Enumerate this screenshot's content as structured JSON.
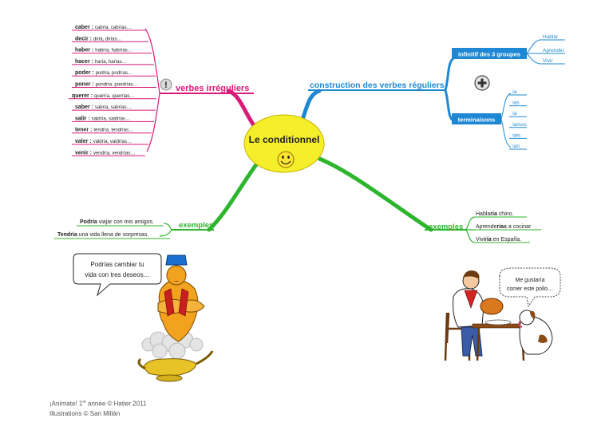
{
  "center": {
    "title": "Le conditionnel"
  },
  "colors": {
    "irregular": "#d81b78",
    "regular": "#1e88d4",
    "examples": "#2db52d",
    "center_fill": "#f5ee2a"
  },
  "left_top": {
    "branch_label": "verbes irréguliers",
    "items": [
      {
        "verb": "caber",
        "sep": " : ",
        "forms": "cabría, cabrías…"
      },
      {
        "verb": "decir",
        "sep": " : ",
        "forms": "diría, dirías…"
      },
      {
        "verb": "haber",
        "sep": " : ",
        "forms": "habría, habrías…"
      },
      {
        "verb": "hacer",
        "sep": " : ",
        "forms": "haría, harías…"
      },
      {
        "verb": "poder",
        "sep": " : ",
        "forms": "podría, podrías…"
      },
      {
        "verb": "poner",
        "sep": " : ",
        "forms": "pondría, pondrías…"
      },
      {
        "verb": "querer",
        "sep": " : ",
        "forms": "querría, querrías…"
      },
      {
        "verb": "saber",
        "sep": " : ",
        "forms": "sabría, sabrías…"
      },
      {
        "verb": "salir",
        "sep": " : ",
        "forms": "saldría, saldrías…"
      },
      {
        "verb": "tener",
        "sep": " : ",
        "forms": "tendría, tendrías…"
      },
      {
        "verb": "valer",
        "sep": " : ",
        "forms": "valdría, valdrías…"
      },
      {
        "verb": "venir",
        "sep": " : ",
        "forms": "vendría, vendrías…"
      }
    ]
  },
  "right_top": {
    "branch_label": "construction des verbes réguliers",
    "infinitif": {
      "label": "infinitif des 3 groupes",
      "items": [
        "Hablar",
        "Aprender",
        "Vivir"
      ]
    },
    "terminaisons": {
      "label": "terminaisons",
      "items": [
        "ía",
        "ías",
        "ía",
        "íamos",
        "íais",
        "ían"
      ]
    }
  },
  "left_bottom": {
    "branch_label": "exemples",
    "items": [
      {
        "bold": "Podría",
        "rest": " viajar con mis amigos."
      },
      {
        "bold": "Tendría",
        "rest": " una vida llena de sorpresas."
      }
    ]
  },
  "right_bottom": {
    "branch_label": "exemples",
    "items": [
      {
        "pre": "Habla",
        "bold": "ría",
        "post": " chino."
      },
      {
        "pre": "Aprende",
        "bold": "rías",
        "post": " a cocinar"
      },
      {
        "pre": "Vivi",
        "bold": "ría",
        "post": " en España."
      }
    ]
  },
  "bubbles": {
    "genie": [
      "Podrías cambiar tu",
      "vida con tres deseos…"
    ],
    "dog": [
      "Me gustaría",
      "comer este pollo…"
    ]
  },
  "footer": {
    "line1_pre": "¡Anímate! 1",
    "line1_sup": "re",
    "line1_post": " année © Hatier 2011",
    "line2": "Illustrations © San Millán"
  }
}
